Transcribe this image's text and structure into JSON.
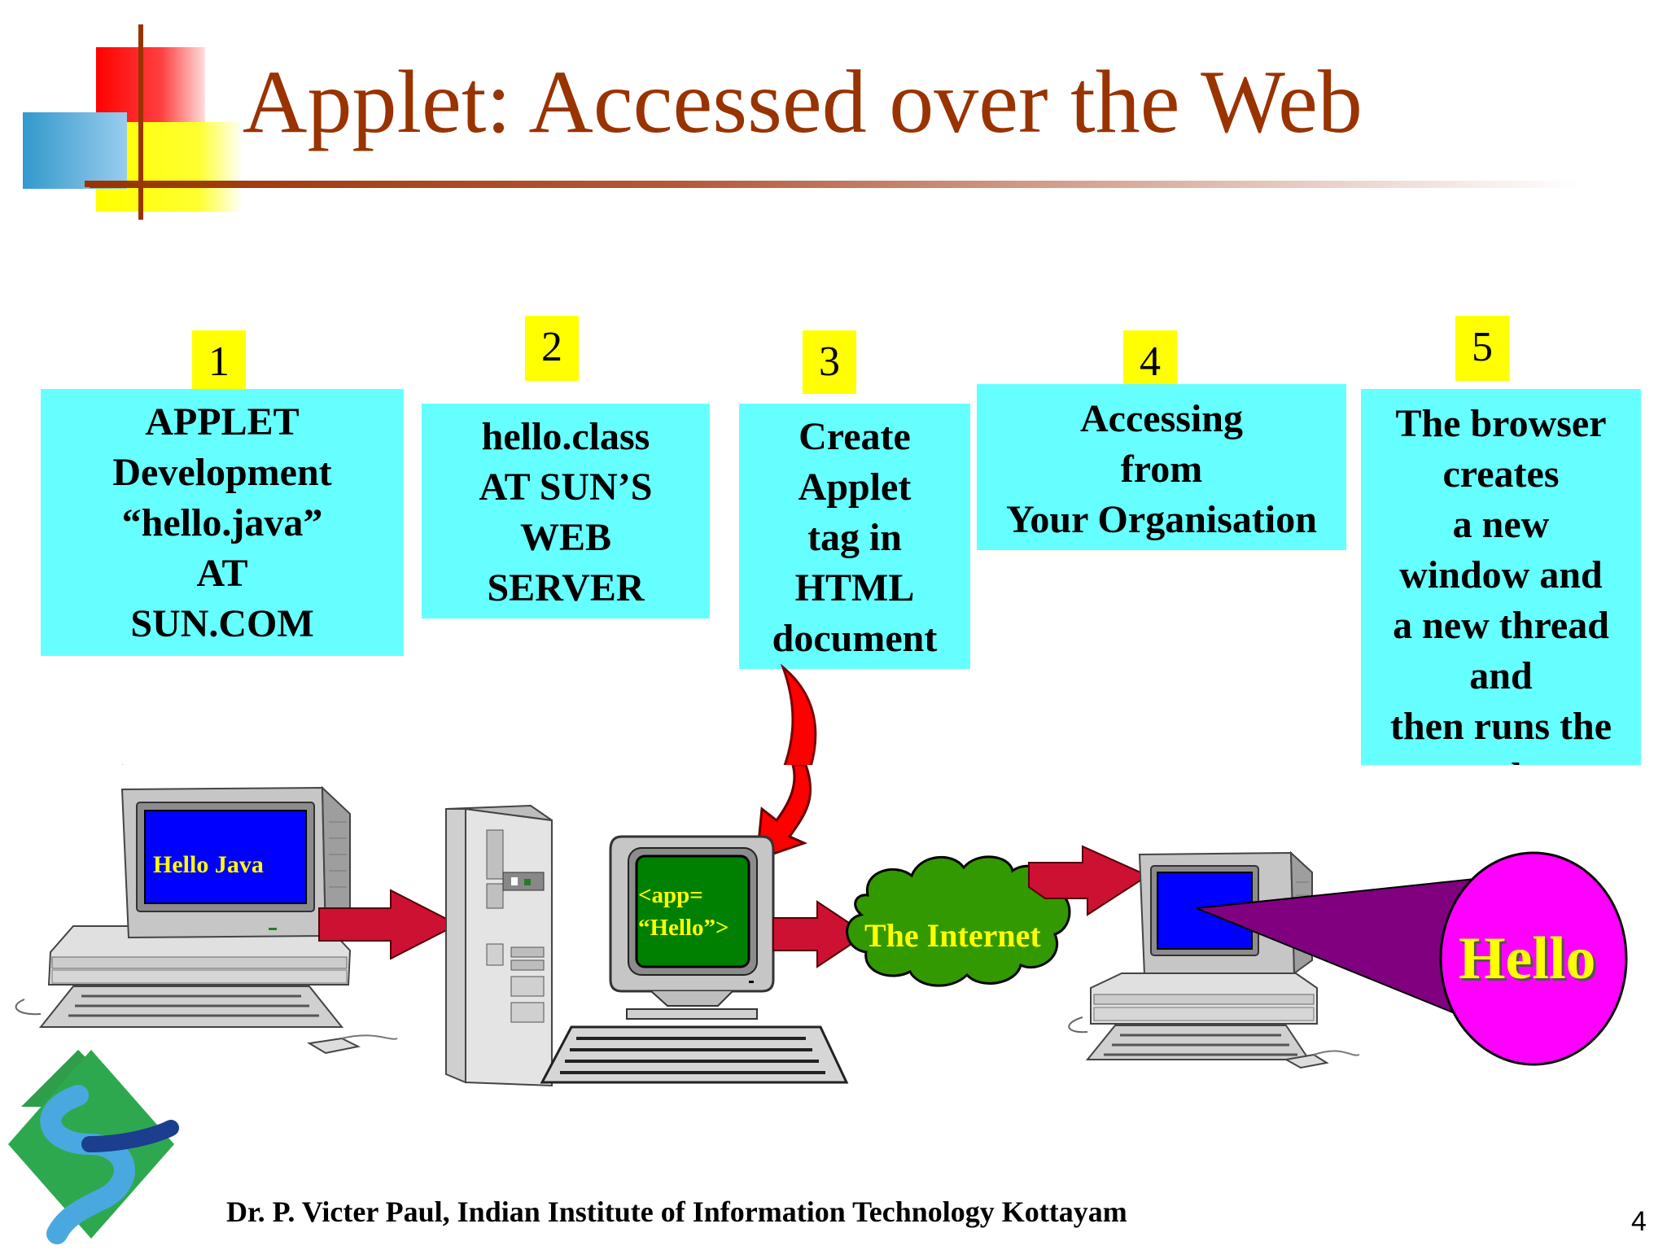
{
  "title": "Applet: Accessed over the Web",
  "steps": [
    {
      "num": "1",
      "lines": [
        "APPLET",
        "Development",
        "“hello.java”",
        "AT",
        "SUN.COM"
      ]
    },
    {
      "num": "2",
      "lines": [
        "hello.class",
        "AT SUN’S",
        "WEB",
        "SERVER"
      ]
    },
    {
      "num": "3",
      "lines": [
        "Create",
        "Applet",
        "tag in",
        "HTML",
        "document"
      ]
    },
    {
      "num": "4",
      "lines": [
        "Accessing",
        "from",
        "Your Organisation"
      ]
    },
    {
      "num": "5",
      "lines": [
        "The browser",
        "creates",
        "a new",
        "window and",
        "a  new thread",
        "and",
        "then runs the",
        "code"
      ]
    }
  ],
  "screens": {
    "dev_screen_text": "Hello Java",
    "html_screen_line1": "<app=",
    "html_screen_line2": "“Hello”>"
  },
  "internet_label": "The Internet",
  "hello_bubble": "Hello",
  "footer": "Dr. P. Victer Paul, Indian Institute of Information Technology Kottayam",
  "page_number": "4",
  "colors": {
    "title": "#993300",
    "step_box": "#66ffff",
    "step_number": "#ffff00",
    "arrow": "#cc1133",
    "cloud": "#339900",
    "bubble": "#ff00ff",
    "cone": "#800080"
  },
  "icons": [
    "slide-logo-squares",
    "desktop-computer",
    "tower-server",
    "monitor-keyboard",
    "internet-cloud",
    "institute-logo"
  ]
}
